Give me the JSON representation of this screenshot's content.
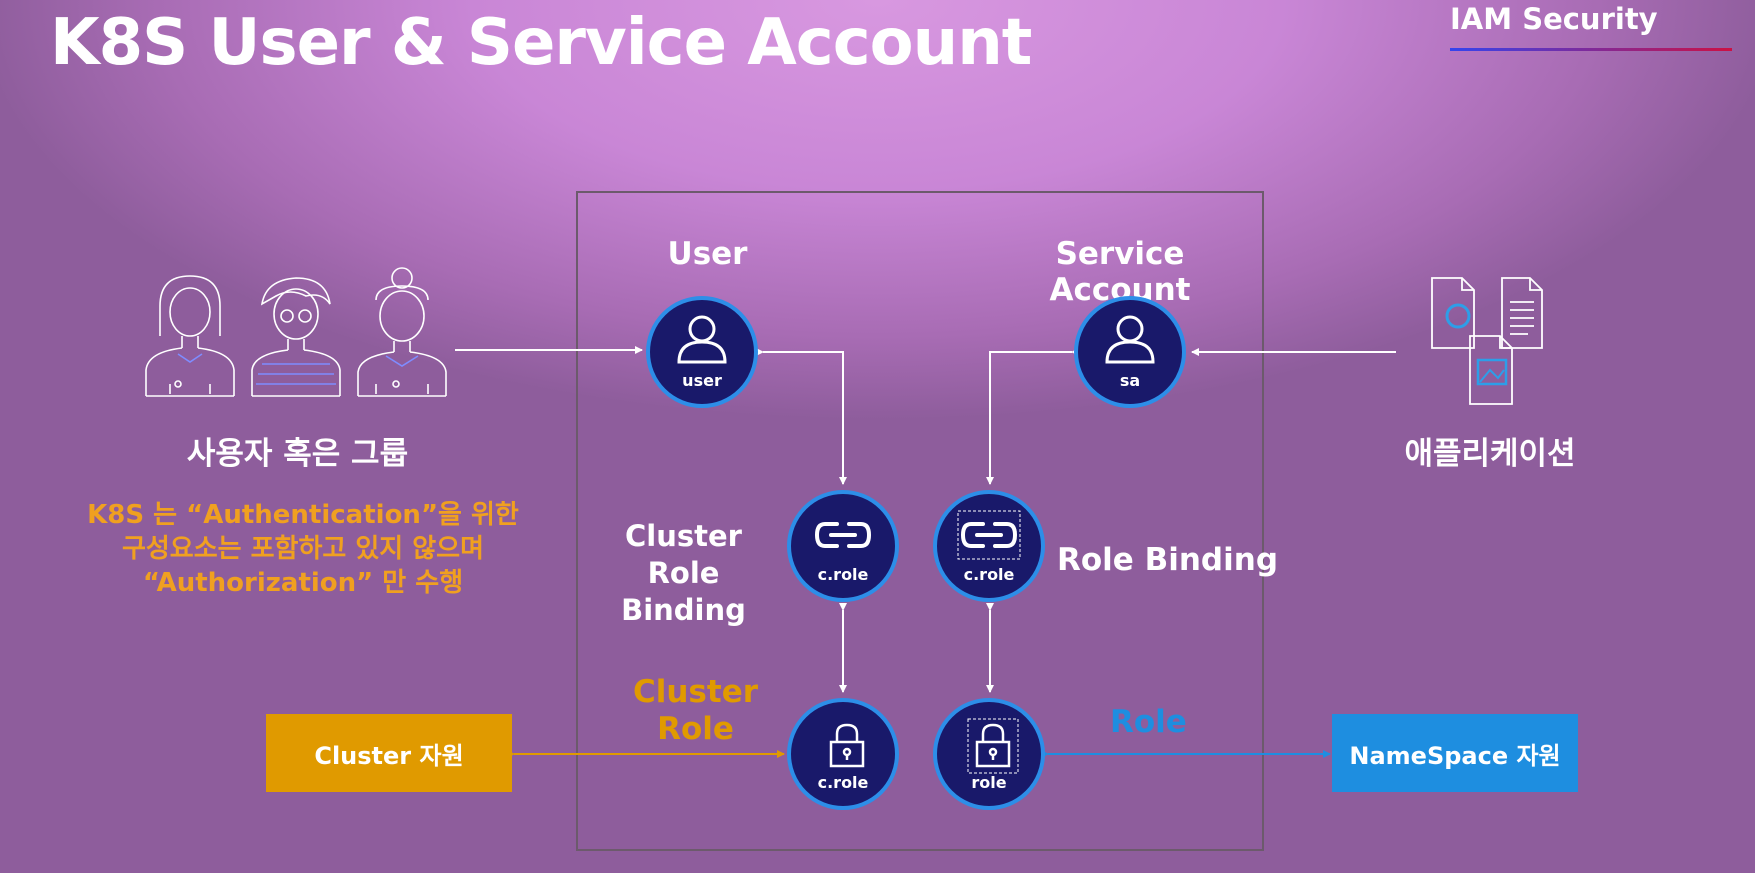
{
  "header": {
    "title": "K8S User & Service Account",
    "badge": "IAM Security"
  },
  "colors": {
    "node_fill": "#19196a",
    "node_border": "#2d8ee8",
    "cluster_orange": "#e09a00",
    "namespace_blue": "#1e8ee0",
    "note_orange": "#f0a020"
  },
  "left": {
    "caption": "사용자 혹은 그룹",
    "note_lines": [
      "K8S 는 “Authentication”을 위한",
      "구성요소는 포함하고 있지 않으며",
      "“Authorization” 만 수행"
    ]
  },
  "right": {
    "caption": "애플리케이션"
  },
  "diagram": {
    "user_heading": "User",
    "sa_heading": "Service Account",
    "crb_heading_line1": "Cluster",
    "crb_heading_line2": "Role Binding",
    "rb_heading": "Role Binding",
    "cr_heading_line1": "Cluster",
    "cr_heading_line2": "Role",
    "role_heading": "Role",
    "nodes": {
      "user": "user",
      "sa": "sa",
      "crb": "c.role",
      "rb": "c.role",
      "cr": "c.role",
      "role": "role"
    }
  },
  "boxes": {
    "cluster": "Cluster 자원",
    "namespace": "NameSpace 자원"
  }
}
